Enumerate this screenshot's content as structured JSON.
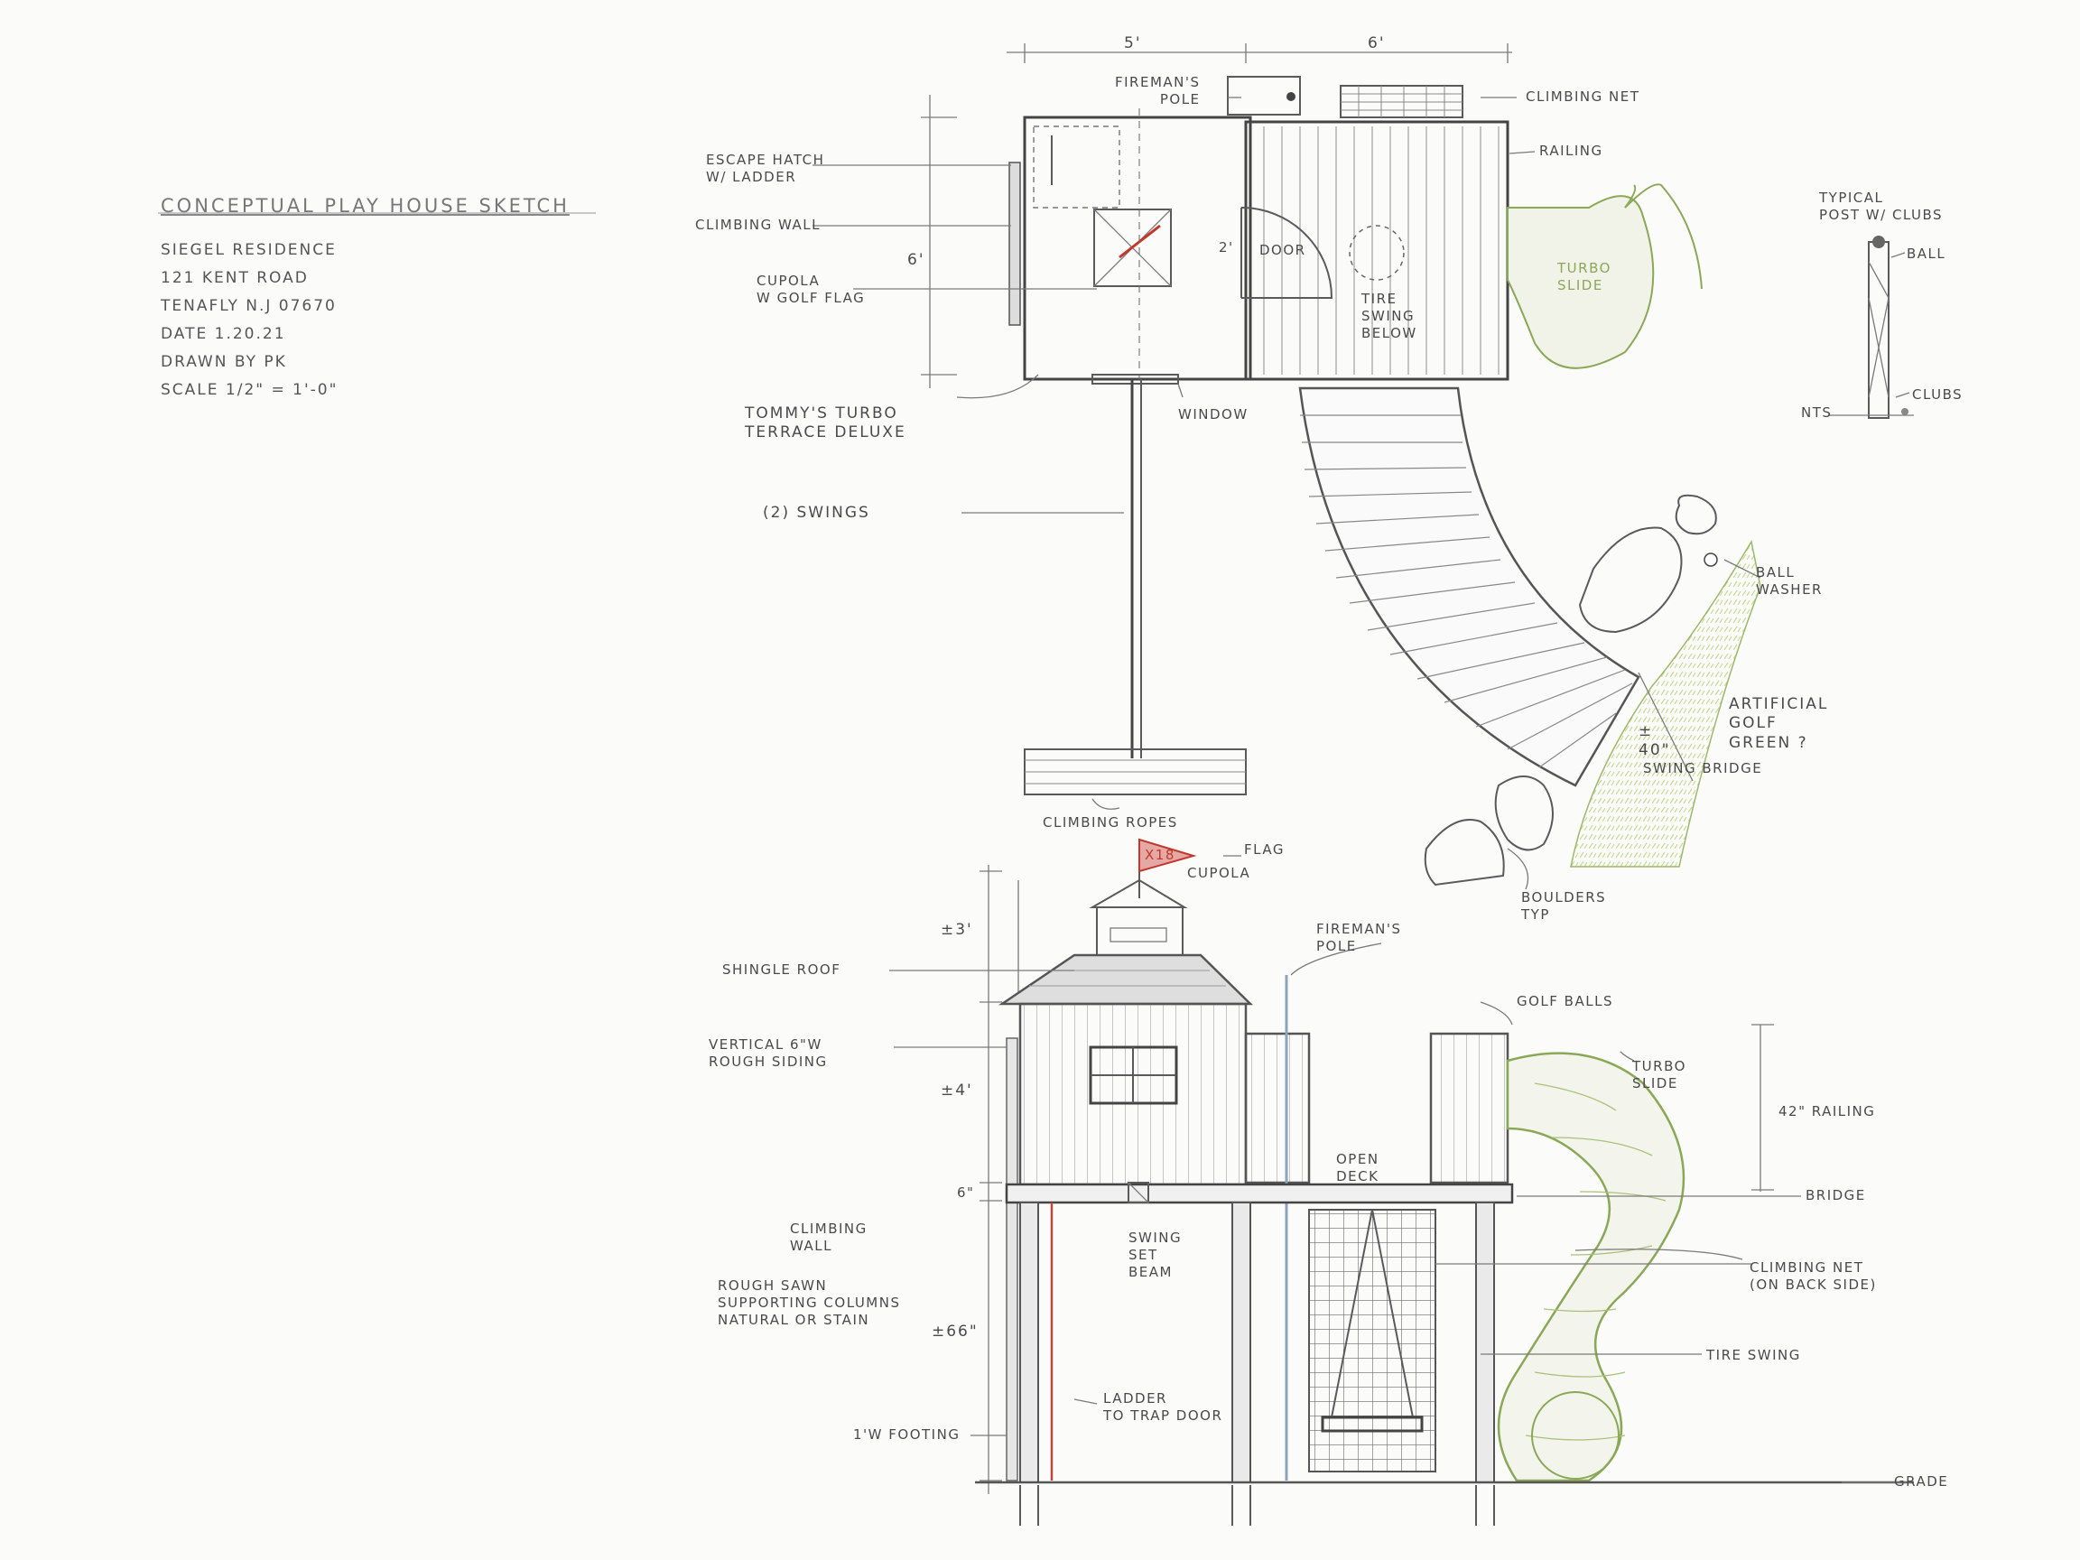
{
  "title_block": {
    "title": "CONCEPTUAL PLAY HOUSE SKETCH",
    "client": "SIEGEL RESIDENCE",
    "address1": "121 KENT ROAD",
    "address2": "TENAFLY N.J 07670",
    "date": "DATE 1.20.21",
    "drawn_by": "DRAWN BY PK",
    "scale": "SCALE 1/2\" = 1'-0\""
  },
  "plan": {
    "dim_top_left": "5'",
    "dim_top_right": "6'",
    "dim_side": "6'",
    "dim_door": "2'",
    "labels": {
      "firemans_pole": "FIREMAN'S\nPOLE",
      "climbing_net": "CLIMBING NET",
      "railing": "RAILING",
      "escape_hatch": "ESCAPE HATCH\nW/ LADDER",
      "climbing_wall": "CLIMBING WALL",
      "cupola": "CUPOLA\nW GOLF FLAG",
      "door": "DOOR",
      "tire_swing": "TIRE\nSWING\nBELOW",
      "turbo_slide": "TURBO\nSLIDE",
      "terrace": "TOMMY'S TURBO\nTERRACE DELUXE",
      "window": "WINDOW",
      "swings": "(2) SWINGS",
      "climbing_ropes": "CLIMBING ROPES",
      "ball_washer": "BALL\nWASHER",
      "golf_green": "ARTIFICIAL\nGOLF\nGREEN ?",
      "bridge_len": "±\n40\"",
      "swing_bridge": "SWING BRIDGE",
      "boulders": "BOULDERS\nTYP"
    }
  },
  "detail": {
    "title": "TYPICAL\nPOST W/ CLUBS",
    "ball": "BALL",
    "clubs": "CLUBS",
    "nts": "NTS"
  },
  "elevation": {
    "labels": {
      "flag": "FLAG",
      "flag_text": "X18",
      "cupola": "CUPOLA",
      "firemans_pole": "FIREMAN'S\nPOLE",
      "dim_3": "±3'",
      "shingle_roof": "SHINGLE ROOF",
      "golf_balls": "GOLF BALLS",
      "siding": "VERTICAL 6\"W\nROUGH SIDING",
      "dim_4": "±4'",
      "turbo_slide": "TURBO\nSLIDE",
      "railing": "42\" RAILING",
      "open_deck": "OPEN\nDECK",
      "dim_6": "6\"",
      "bridge": "BRIDGE",
      "climbing_wall": "CLIMBING\nWALL",
      "swing_beam": "SWING\nSET\nBEAM",
      "columns": "ROUGH SAWN\nSUPPORTING COLUMNS\nNATURAL OR STAIN",
      "dim_66": "±66\"",
      "climbing_net": "CLIMBING NET\n(ON BACK SIDE)",
      "tire_swing": "TIRE SWING",
      "ladder": "LADDER\nTO TRAP DOOR",
      "footing": "1'W FOOTING",
      "grade": "GRADE"
    }
  },
  "colors": {
    "line": "#5a5a5a",
    "pennant": "#c0392b",
    "grass": "#b9cf8a",
    "slide": "#8aa857",
    "paper": "#fbfbfa"
  }
}
